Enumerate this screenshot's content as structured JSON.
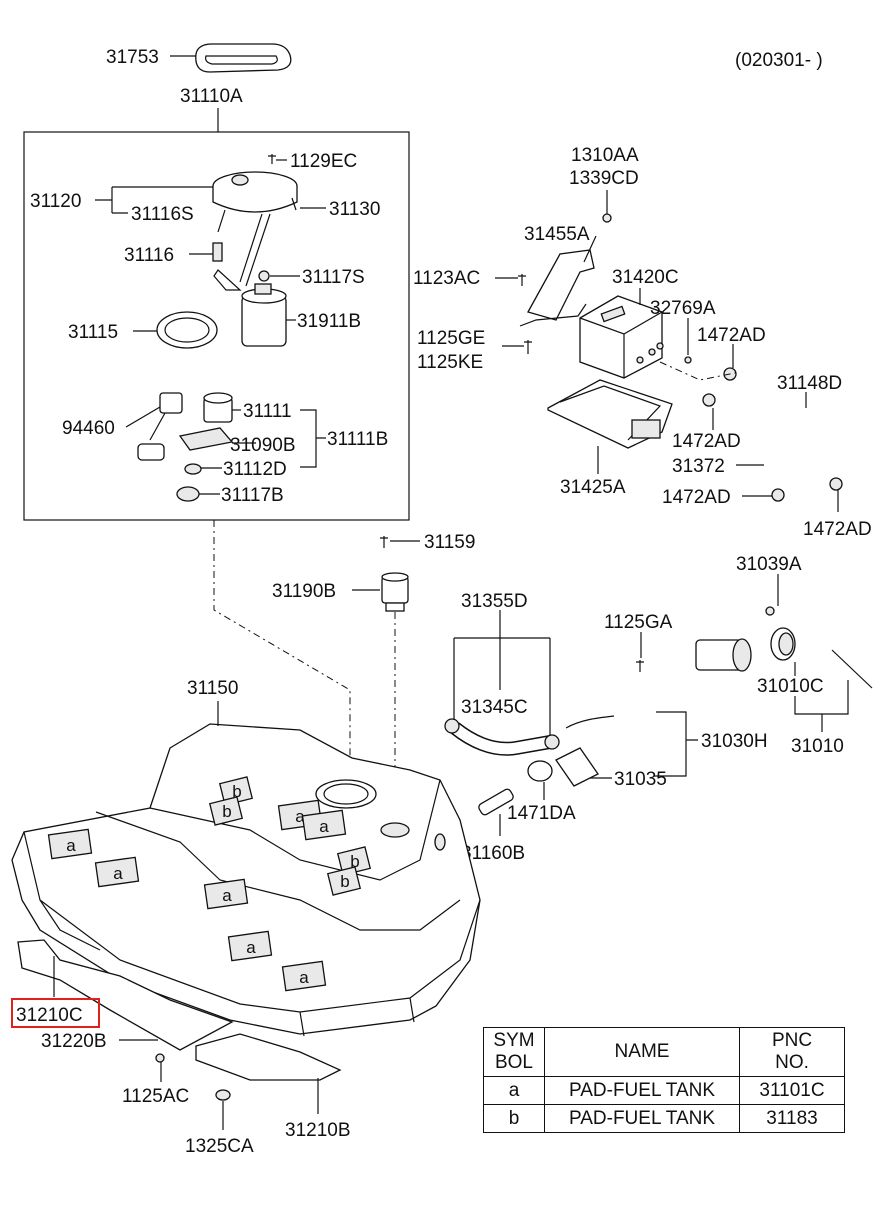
{
  "date_code": "(020301- )",
  "labels": {
    "p31753": "31753",
    "p31110A": "31110A",
    "p1129EC": "1129EC",
    "p31120": "31120",
    "p31116S": "31116S",
    "p31130": "31130",
    "p31116": "31116",
    "p31117S": "31117S",
    "p31115": "31115",
    "p31911B": "31911B",
    "p94460": "94460",
    "p31111": "31111",
    "p31090B": "31090B",
    "p31111B": "31111B",
    "p31112D": "31112D",
    "p31117B": "31117B",
    "p1310AA": "1310AA",
    "p1339CD": "1339CD",
    "p31455A": "31455A",
    "p1123AC": "1123AC",
    "p31420C": "31420C",
    "p32769A": "32769A",
    "p1125GE": "1125GE",
    "p1125KE": "1125KE",
    "p1472AD_a": "1472AD",
    "p31148D": "31148D",
    "p1472AD_b": "1472AD",
    "p31372": "31372",
    "p31425A": "31425A",
    "p1472AD_c": "1472AD",
    "p1472AD_d": "1472AD",
    "p31159": "31159",
    "p31190B": "31190B",
    "p31039A": "31039A",
    "p31355D": "31355D",
    "p1125GA": "1125GA",
    "p31010C": "31010C",
    "p31150": "31150",
    "p31345C": "31345C",
    "p31030H": "31030H",
    "p31010": "31010",
    "p31035": "31035",
    "p1471DA": "1471DA",
    "p31160B": "31160B",
    "p31210C": "31210C",
    "p31220B": "31220B",
    "p1125AC": "1125AC",
    "p1325CA": "1325CA",
    "p31210B": "31210B"
  },
  "pad_markers": {
    "a": "a",
    "b": "b"
  },
  "legend": {
    "headers": {
      "sym_line1": "SYM",
      "sym_line2": "BOL",
      "name": "NAME",
      "pnc_line1": "PNC",
      "pnc_line2": "NO."
    },
    "rows": [
      {
        "symbol": "a",
        "name": "PAD-FUEL TANK",
        "pnc": "31101C"
      },
      {
        "symbol": "b",
        "name": "PAD-FUEL TANK",
        "pnc": "31183"
      }
    ]
  },
  "colors": {
    "highlight": "#e0201a",
    "ink": "#111111"
  }
}
